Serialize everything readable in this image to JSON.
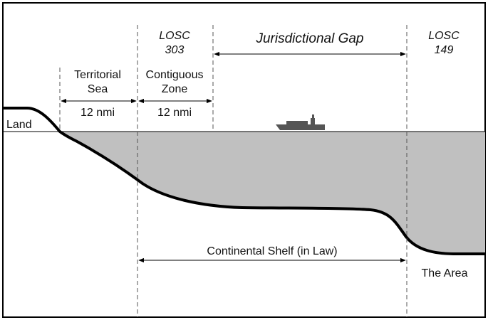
{
  "labels": {
    "land": "Land",
    "territorial_sea_line1": "Territorial",
    "territorial_sea_line2": "Sea",
    "territorial_sea_width": "12 nmi",
    "contiguous_zone_line1": "Contiguous",
    "contiguous_zone_line2": "Zone",
    "contiguous_zone_width": "12 nmi",
    "losc303_line1": "LOSC",
    "losc303_line2": "303",
    "jurisdictional_gap": "Jurisdictional Gap",
    "losc149_line1": "LOSC",
    "losc149_line2": "149",
    "continental_shelf": "Continental Shelf (in Law)",
    "the_area": "The Area"
  },
  "colors": {
    "sea": "#c0c0c0",
    "seabed": "#000000",
    "ship": "#555555"
  },
  "icons": {
    "ship": "ship-icon"
  }
}
